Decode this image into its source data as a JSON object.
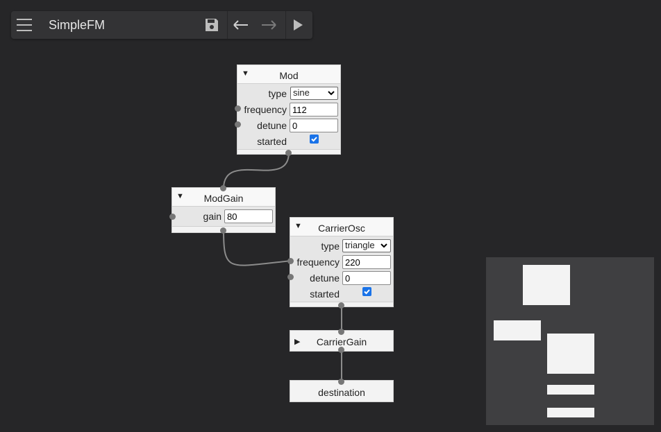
{
  "toolbar": {
    "title": "SimpleFM",
    "buttons": [
      "menu-icon",
      "save-icon",
      "undo-icon",
      "redo-icon",
      "play-icon"
    ]
  },
  "nodes": {
    "mod": {
      "title": "Mod",
      "type_label": "type",
      "type_value": "sine",
      "frequency_label": "frequency",
      "frequency_value": "112",
      "detune_label": "detune",
      "detune_value": "0",
      "started_label": "started",
      "started": true
    },
    "modgain": {
      "title": "ModGain",
      "gain_label": "gain",
      "gain_value": "80"
    },
    "carrierosc": {
      "title": "CarrierOsc",
      "type_label": "type",
      "type_value": "triangle",
      "frequency_label": "frequency",
      "frequency_value": "220",
      "detune_label": "detune",
      "detune_value": "0",
      "started_label": "started",
      "started": true
    },
    "carriergain": {
      "title": "CarrierGain"
    },
    "destination": {
      "title": "destination"
    }
  },
  "colors": {
    "background": "#262628",
    "toolbar": "#333335",
    "node": "#f3f3f3",
    "wire": "#8c8c8c",
    "checkbox": "#1a73e8",
    "minimap": "#3f3f41"
  }
}
